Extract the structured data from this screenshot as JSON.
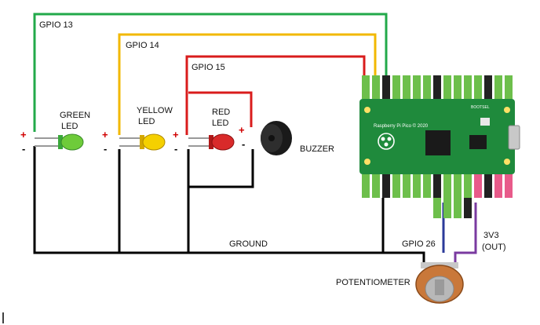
{
  "signals": {
    "gpio13": "GPIO 13",
    "gpio14": "GPIO 14",
    "gpio15": "GPIO 15",
    "gpio26": "GPIO 26",
    "ground": "GROUND",
    "v3v3_line1": "3V3",
    "v3v3_line2": "(OUT)"
  },
  "components": {
    "green_led": [
      "GREEN",
      "LED"
    ],
    "yellow_led": [
      "YELLOW",
      "LED"
    ],
    "red_led": [
      "RED",
      "LED"
    ],
    "buzzer": "BUZZER",
    "potentiometer": "POTENTIOMETER"
  },
  "board": {
    "name": "Raspberry Pi Pico © 2020",
    "bootsel": "BOOTSEL"
  },
  "polarity": {
    "plus": "+",
    "minus": "-"
  },
  "colors": {
    "gpio13_wire": "#22a94a",
    "gpio14_wire": "#f2b800",
    "gpio15_wire": "#d91c1c",
    "ground_wire": "#000000",
    "gpio26_wire": "#2b3a9a",
    "v3v3_wire": "#7a3aa0",
    "board_green": "#1f8a3c"
  }
}
